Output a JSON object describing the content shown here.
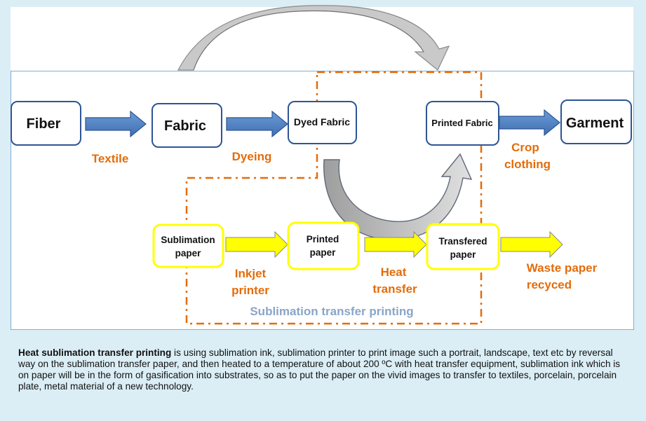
{
  "diagram": {
    "nodes": {
      "fiber": "Fiber",
      "fabric": "Fabric",
      "dyed_fabric": "Dyed Fabric",
      "printed_fabric": "Printed Fabric",
      "garment": "Garment",
      "sublimation_paper_1": "Sublimation",
      "sublimation_paper_2": "paper",
      "printed_paper_1": "Printed",
      "printed_paper_2": "paper",
      "transfered_paper_1": "Transfered",
      "transfered_paper_2": "paper"
    },
    "edges": {
      "textile": "Textile",
      "dyeing": "Dyeing",
      "crop_clothing_1": "Crop",
      "crop_clothing_2": "clothing",
      "inkjet_printer_1": "Inkjet",
      "inkjet_printer_2": "printer",
      "heat_transfer_1": "Heat",
      "heat_transfer_2": "transfer",
      "waste_paper_1": "Waste paper",
      "waste_paper_2": "recyced"
    },
    "region_label": "Sublimation transfer printing",
    "colors": {
      "blue_arrow": "#4f81bd",
      "blue_border": "#2e5596",
      "yellow": "#ffff00",
      "orange": "#e46c0a",
      "gray_arrow": "#b9b9b9",
      "region_label": "#8aa5c8"
    }
  },
  "caption": {
    "bold": "Heat sublimation transfer printing",
    "text": " is using sublimation ink, sublimation printer to print image such a portrait, landscape, text etc by reversal way on the sublimation transfer paper, and then heated to a temperature of about 200 ºC with heat transfer equipment, sublimation ink which is on paper will be in the form of gasification into substrates, so as to put the paper on the vivid images to transfer to textiles, porcelain, porcelain plate, metal material of a new technology."
  }
}
